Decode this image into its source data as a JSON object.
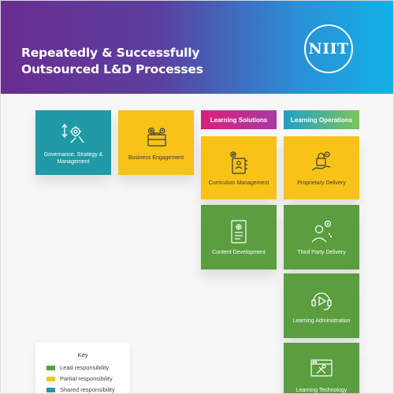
{
  "banner": {
    "title": "Repeatedly & Successfully Outsourced L&D Processes",
    "logo_text": "NIIT"
  },
  "headers": {
    "learning_solutions": "Learning Solutions",
    "learning_operations": "Learning Operations"
  },
  "cards": {
    "governance": {
      "label": "Governance, Strategy & Management",
      "icon": "gears-arrows-icon",
      "responsibility": "Shared responsibility"
    },
    "business_engagement": {
      "label": "Business Engagement",
      "icon": "briefcase-gear-icon",
      "responsibility": "Partial responsibility"
    },
    "curriculum": {
      "label": "Curriculum Management",
      "icon": "document-gear-icon",
      "responsibility": "Partial responsibility"
    },
    "content": {
      "label": "Content Development",
      "icon": "content-document-icon",
      "responsibility": "Lead responsibility"
    },
    "proprietary": {
      "label": "Proprietary Delivery",
      "icon": "lock-hand-icon",
      "responsibility": "Partial responsibility"
    },
    "third_party": {
      "label": "Third Party Delivery",
      "icon": "person-add-icon",
      "responsibility": "Lead responsibility"
    },
    "learning_admin": {
      "label": "Learning Administration",
      "icon": "headset-play-icon",
      "responsibility": "Lead responsibility"
    },
    "learning_tech": {
      "label": "Learning Technology",
      "icon": "browser-tools-icon",
      "responsibility": "Lead responsibility"
    }
  },
  "key": {
    "title": "Key",
    "items": [
      {
        "label": "Lead responsibility",
        "color": "#5a9e3f"
      },
      {
        "label": "Partial responsibility",
        "color": "#f7c316"
      },
      {
        "label": "Shared responsibility",
        "color": "#1f9aa6"
      }
    ]
  },
  "colors": {
    "teal": "#1f9aa6",
    "yellow": "#f7c316",
    "green": "#5a9e3f",
    "banner_start": "#6a2c91",
    "banner_end": "#12b3e6"
  }
}
